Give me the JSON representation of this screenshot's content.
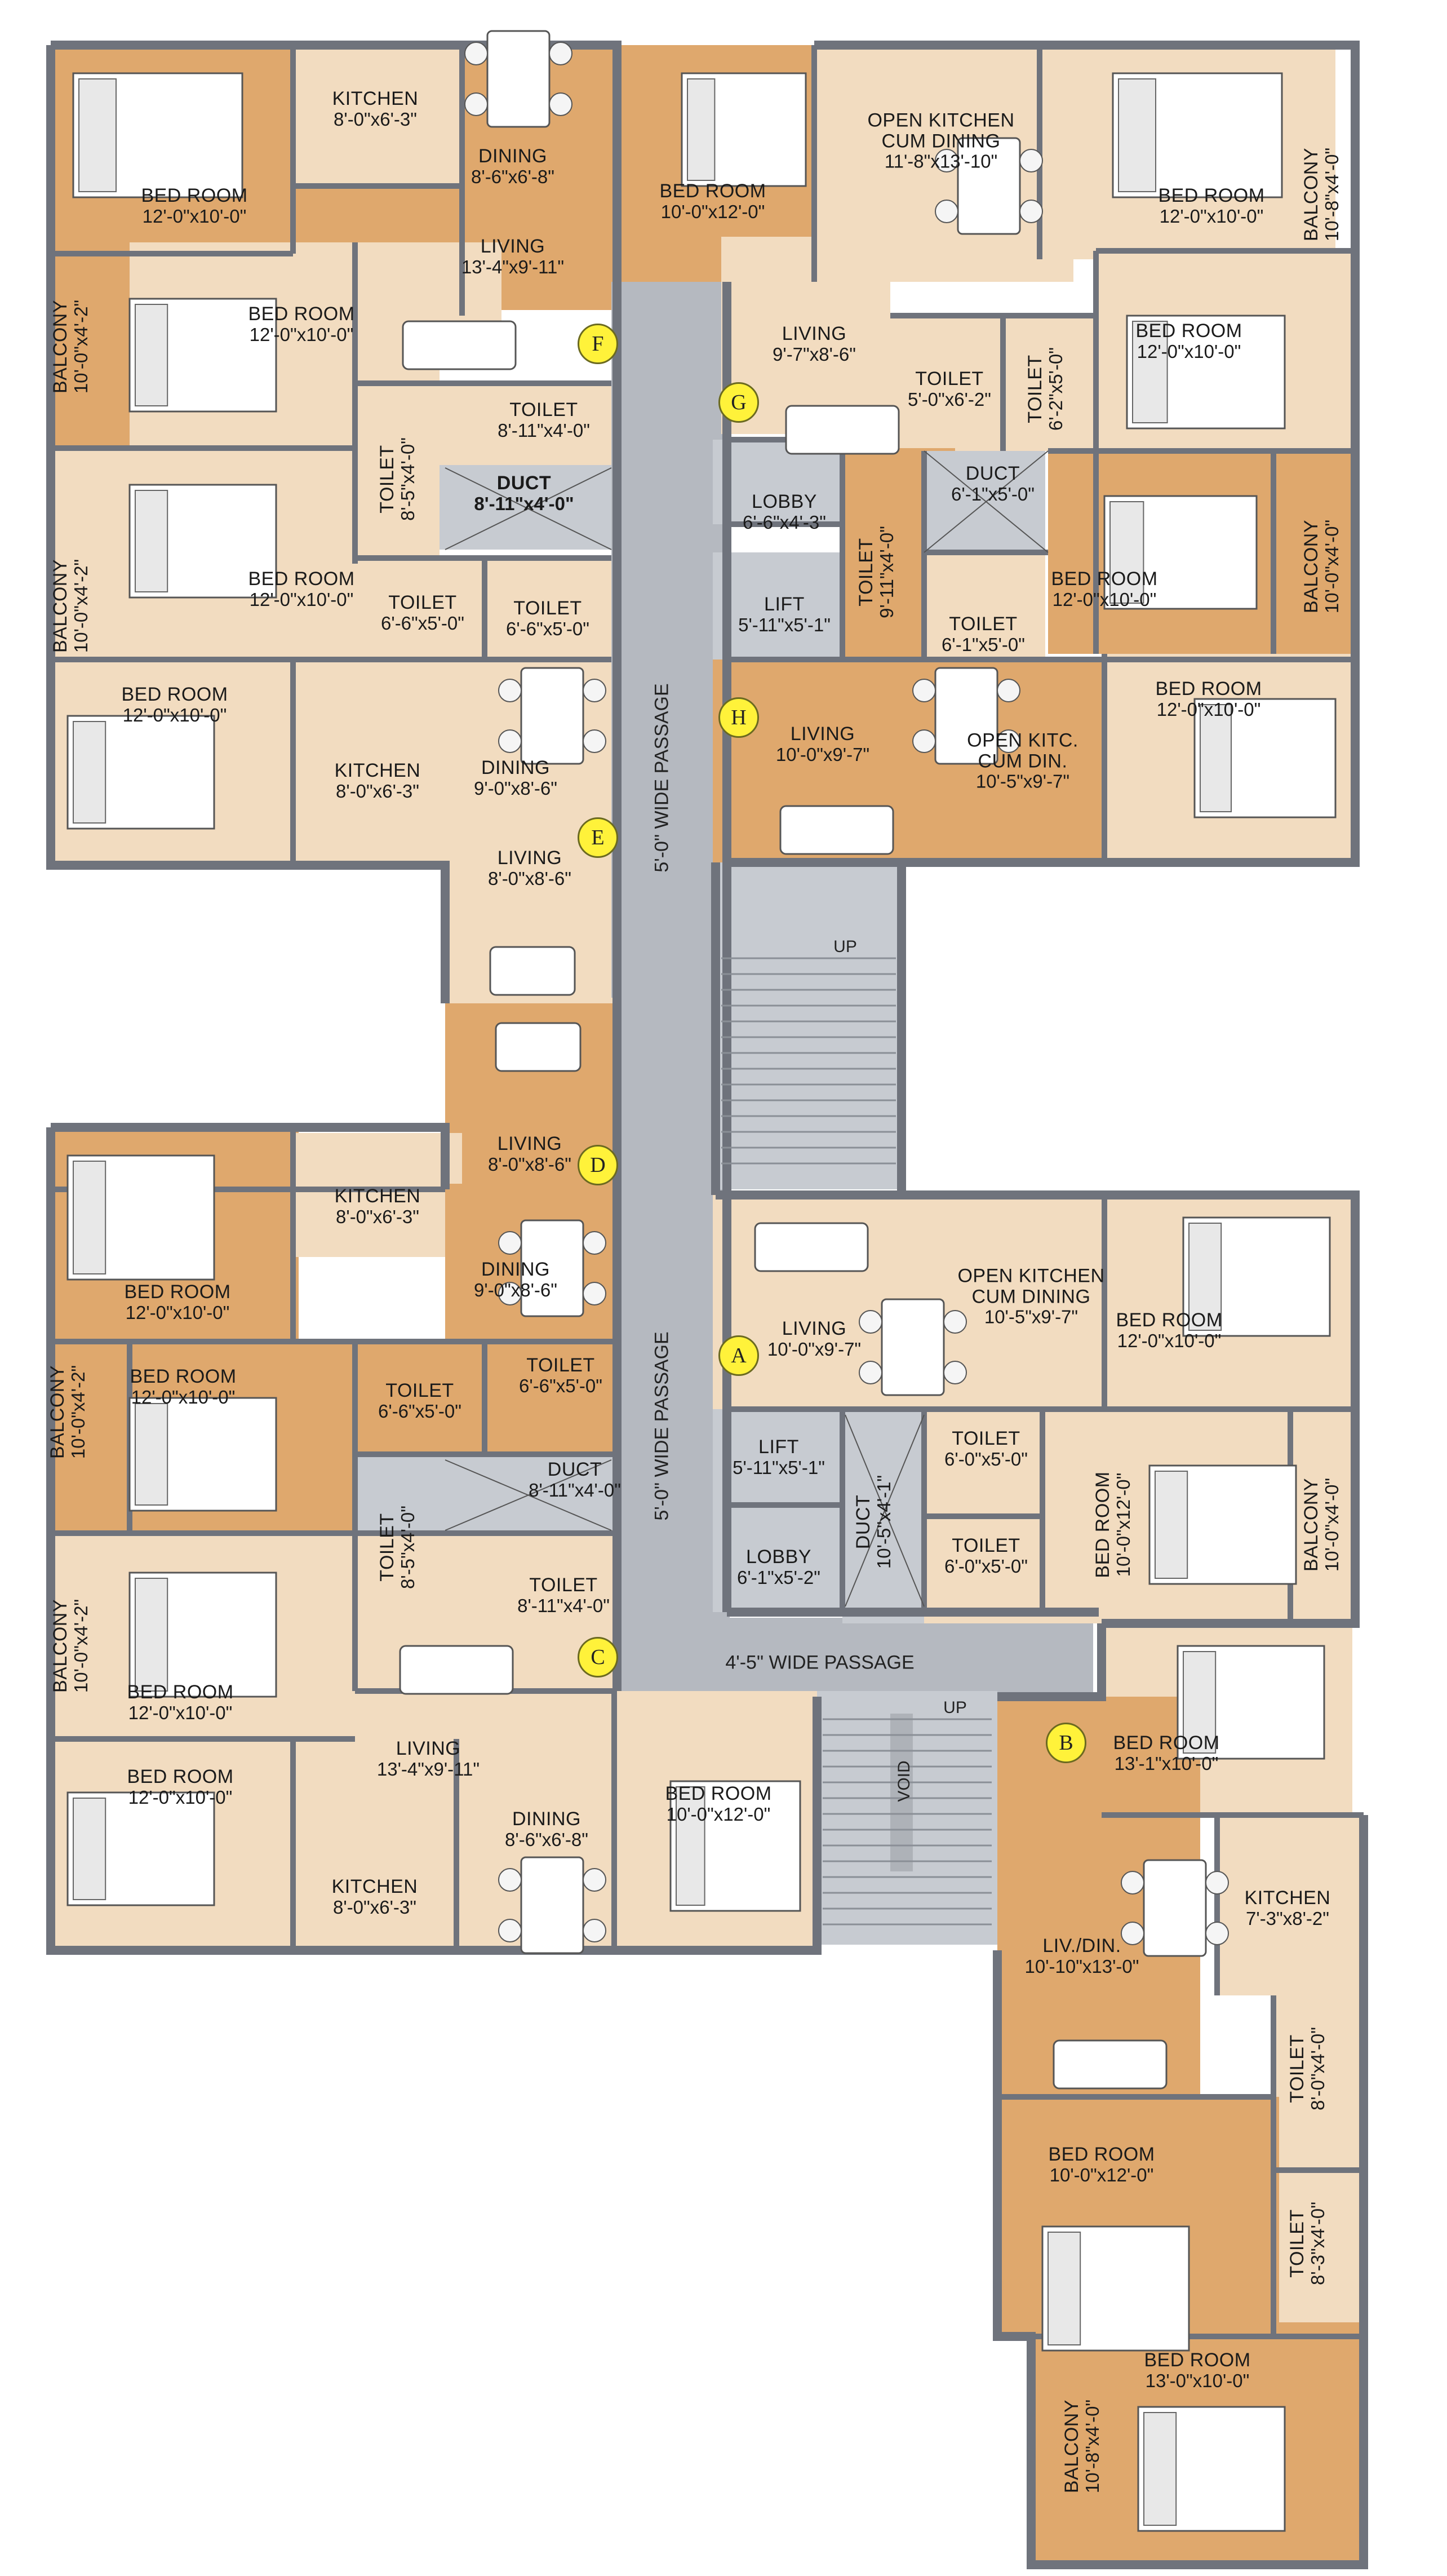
{
  "colors": {
    "wall": "#6f737c",
    "passage": "#b5b9c0",
    "room_dark": "#dfa86d",
    "room_light": "#f2dcc0",
    "void": "#c4c8cd"
  },
  "passages": {
    "upper": "5'-0\" WIDE PASSAGE",
    "lower": "5'-0\" WIDE PASSAGE",
    "cross": "4'-5\" WIDE PASSAGE"
  },
  "stairs": {
    "up1": "UP",
    "up2": "UP",
    "void": "VOID"
  },
  "flats": [
    "A",
    "B",
    "C",
    "D",
    "E",
    "F",
    "G",
    "H"
  ],
  "rooms": [
    {
      "name": "BED ROOM",
      "dim": "12'-0\"x10'-0\""
    },
    {
      "name": "KITCHEN",
      "dim": "8'-0\"x6'-3\""
    },
    {
      "name": "DINING",
      "dim": "8'-6\"x6'-8\""
    },
    {
      "name": "LIVING",
      "dim": "13'-4\"x9'-11\""
    },
    {
      "name": "BED ROOM",
      "dim": "10'-0\"x12'-0\""
    },
    {
      "name": "OPEN KITCHEN\nCUM DINING",
      "dim": "11'-8\"x13'-10\""
    },
    {
      "name": "BED ROOM",
      "dim": "12'-0\"x10'-0\""
    },
    {
      "name": "BALCONY",
      "dim": "10'-8\"x4'-0\""
    },
    {
      "name": "BALCONY",
      "dim": "10'-0\"x4'-2\""
    },
    {
      "name": "BED ROOM",
      "dim": "12'-0\"x10'-0\""
    },
    {
      "name": "TOILET",
      "dim": "8'-11\"x4'-0\""
    },
    {
      "name": "TOILET",
      "dim": "8'-5\"x4'-0\""
    },
    {
      "name": "DUCT",
      "dim": "8'-11\"x4'-0\""
    },
    {
      "name": "LIVING",
      "dim": "9'-7\"x8'-6\""
    },
    {
      "name": "TOILET",
      "dim": "5'-0\"x6'-2\""
    },
    {
      "name": "TOILET",
      "dim": "6'-2\"x5'-0\""
    },
    {
      "name": "BED ROOM",
      "dim": "12'-0\"x10'-0\""
    },
    {
      "name": "BALCONY",
      "dim": "10'-0\"x4'-2\""
    },
    {
      "name": "BED ROOM",
      "dim": "12'-0\"x10'-0\""
    },
    {
      "name": "TOILET",
      "dim": "6'-6\"x5'-0\""
    },
    {
      "name": "TOILET",
      "dim": "6'-6\"x5'-0\""
    },
    {
      "name": "LOBBY",
      "dim": "6'-6\"x4'-3\""
    },
    {
      "name": "LIFT",
      "dim": "5'-11\"x5'-1\""
    },
    {
      "name": "TOILET",
      "dim": "9'-11\"x4'-0\""
    },
    {
      "name": "DUCT",
      "dim": "6'-1\"x5'-0\""
    },
    {
      "name": "TOILET",
      "dim": "6'-1\"x5'-0\""
    },
    {
      "name": "BED ROOM",
      "dim": "12'-0\"x10'-0\""
    },
    {
      "name": "BALCONY",
      "dim": "10'-0\"x4'-0\""
    },
    {
      "name": "BED ROOM",
      "dim": "12'-0\"x10'-0\""
    },
    {
      "name": "KITCHEN",
      "dim": "8'-0\"x6'-3\""
    },
    {
      "name": "DINING",
      "dim": "9'-0\"x8'-6\""
    },
    {
      "name": "LIVING",
      "dim": "10'-0\"x9'-7\""
    },
    {
      "name": "OPEN KITC.\nCUM DIN.",
      "dim": "10'-5\"x9'-7\""
    },
    {
      "name": "BED ROOM",
      "dim": "12'-0\"x10'-0\""
    },
    {
      "name": "LIVING",
      "dim": "8'-0\"x8'-6\""
    },
    {
      "name": "LIVING",
      "dim": "8'-0\"x8'-6\""
    },
    {
      "name": "KITCHEN",
      "dim": "8'-0\"x6'-3\""
    },
    {
      "name": "DINING",
      "dim": "9'-0\"x8'-6\""
    },
    {
      "name": "BED ROOM",
      "dim": "12'-0\"x10'-0\""
    },
    {
      "name": "LIVING",
      "dim": "10'-0\"x9'-7\""
    },
    {
      "name": "OPEN KITCHEN\nCUM DINING",
      "dim": "10'-5\"x9'-7\""
    },
    {
      "name": "BED ROOM",
      "dim": "12'-0\"x10'-0\""
    },
    {
      "name": "BALCONY",
      "dim": "10'-0\"x4'-2\""
    },
    {
      "name": "BED ROOM",
      "dim": "12'-0\"x10'-0\""
    },
    {
      "name": "TOILET",
      "dim": "6'-6\"x5'-0\""
    },
    {
      "name": "TOILET",
      "dim": "6'-6\"x5'-0\""
    },
    {
      "name": "DUCT",
      "dim": "8'-11\"x4'-0\""
    },
    {
      "name": "TOILET",
      "dim": "8'-5\"x4'-0\""
    },
    {
      "name": "TOILET",
      "dim": "8'-11\"x4'-0\""
    },
    {
      "name": "LIFT",
      "dim": "5'-11\"x5'-1\""
    },
    {
      "name": "LOBBY",
      "dim": "6'-1\"x5'-2\""
    },
    {
      "name": "DUCT",
      "dim": "10'-5\"x4'-1\""
    },
    {
      "name": "TOILET",
      "dim": "6'-0\"x5'-0\""
    },
    {
      "name": "TOILET",
      "dim": "6'-0\"x5'-0\""
    },
    {
      "name": "BED ROOM",
      "dim": "10'-0\"x12'-0\""
    },
    {
      "name": "BALCONY",
      "dim": "10'-0\"x4'-0\""
    },
    {
      "name": "BALCONY",
      "dim": "10'-0\"x4'-2\""
    },
    {
      "name": "BED ROOM",
      "dim": "12'-0\"x10'-0\""
    },
    {
      "name": "BED ROOM",
      "dim": "12'-0\"x10'-0\""
    },
    {
      "name": "LIVING",
      "dim": "13'-4\"x9'-11\""
    },
    {
      "name": "DINING",
      "dim": "8'-6\"x6'-8\""
    },
    {
      "name": "KITCHEN",
      "dim": "8'-0\"x6'-3\""
    },
    {
      "name": "BED ROOM",
      "dim": "10'-0\"x12'-0\""
    },
    {
      "name": "BED ROOM",
      "dim": "13'-1\"x10'-0\""
    },
    {
      "name": "KITCHEN",
      "dim": "7'-3\"x8'-2\""
    },
    {
      "name": "LIV./DIN.",
      "dim": "10'-10\"x13'-0\""
    },
    {
      "name": "TOILET",
      "dim": "8'-0\"x4'-0\""
    },
    {
      "name": "BED ROOM",
      "dim": "10'-0\"x12'-0\""
    },
    {
      "name": "TOILET",
      "dim": "8'-3\"x4'-0\""
    },
    {
      "name": "BED ROOM",
      "dim": "13'-0\"x10'-0\""
    },
    {
      "name": "BALCONY",
      "dim": "10'-8\"x4'-0\""
    }
  ]
}
